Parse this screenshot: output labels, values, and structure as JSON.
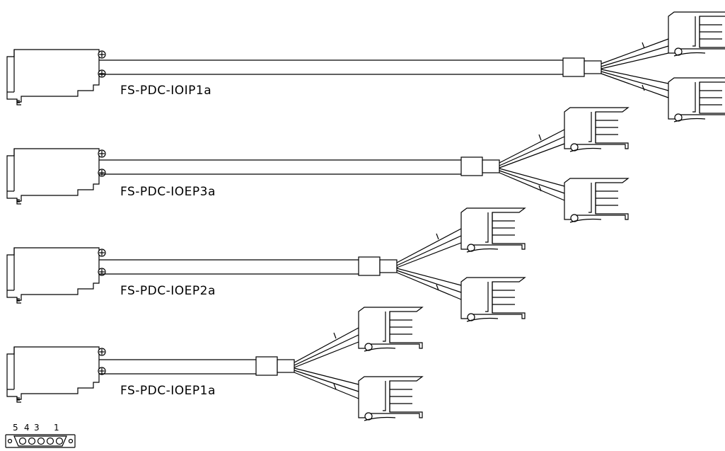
{
  "diagram": {
    "cables": [
      {
        "label": "FS-PDC-IOIP1a"
      },
      {
        "label": "FS-PDC-IOEP3a"
      },
      {
        "label": "FS-PDC-IOEP2a"
      },
      {
        "label": "FS-PDC-IOEP1a"
      }
    ],
    "pinout": {
      "numbers": [
        "5",
        "4",
        "3",
        "1"
      ]
    }
  }
}
